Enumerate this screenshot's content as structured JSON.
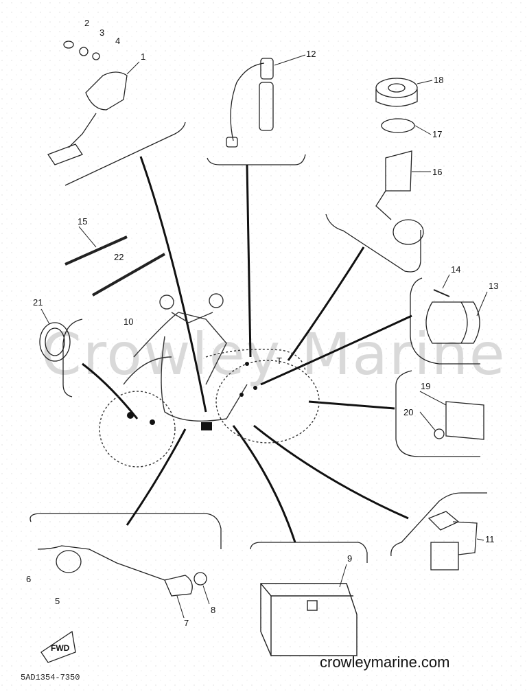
{
  "watermark": "Crowley Marine",
  "site_credit": "crowleymarine.com",
  "drawing_code": "5AD1354-7350",
  "fwd_mark": "FWD",
  "callouts": [
    "1",
    "2",
    "3",
    "4",
    "5",
    "6",
    "7",
    "8",
    "9",
    "10",
    "11",
    "12",
    "13",
    "14",
    "15",
    "16",
    "17",
    "18",
    "19",
    "20",
    "21",
    "22"
  ],
  "sub_labels": {
    "T": "T"
  }
}
